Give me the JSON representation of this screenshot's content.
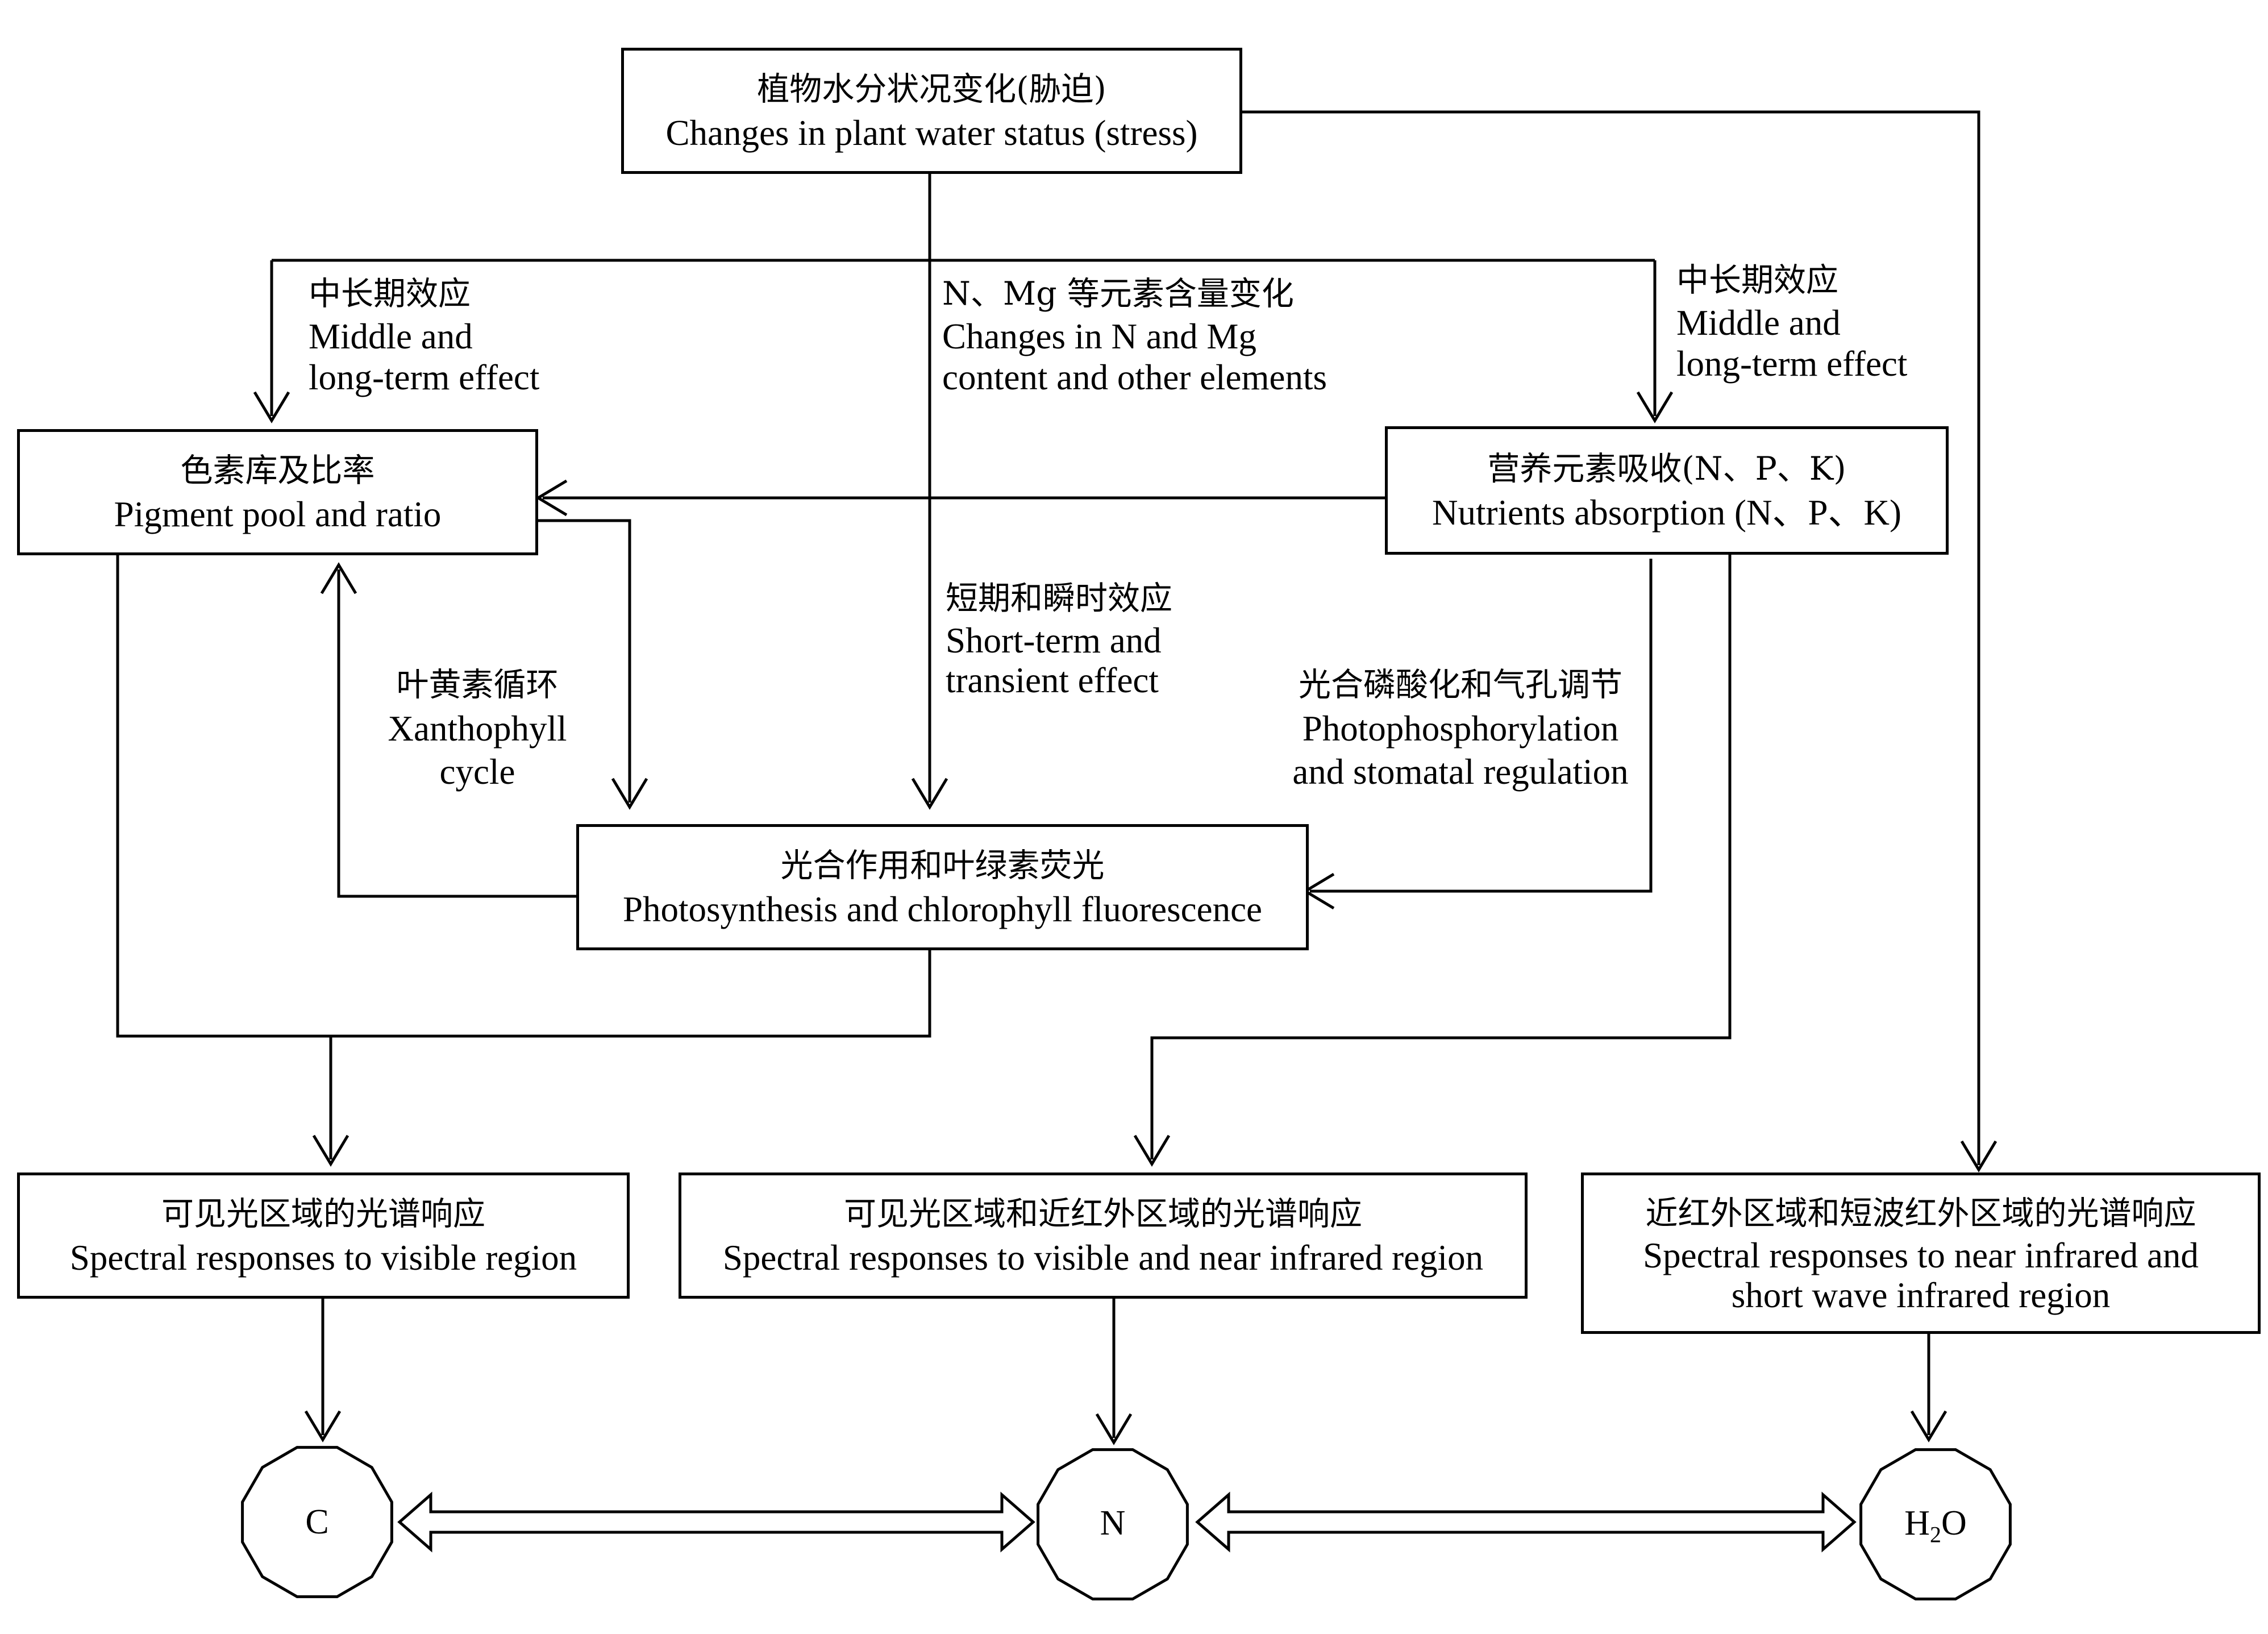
{
  "boxes": {
    "stress": {
      "zh": "植物水分状况变化(胁迫)",
      "en": "Changes in plant water status (stress)"
    },
    "pigment": {
      "zh": "色素库及比率",
      "en": "Pigment pool and ratio"
    },
    "nutrients": {
      "zh": "营养元素吸收(N、P、K)",
      "en": "Nutrients absorption (N、P、K)"
    },
    "photo": {
      "zh": "光合作用和叶绿素荧光",
      "en": "Photosynthesis and chlorophyll fluorescence"
    },
    "visible": {
      "zh": "可见光区域的光谱响应",
      "en": "Spectral responses to visible region"
    },
    "visnir": {
      "zh": "可见光区域和近红外区域的光谱响应",
      "en": "Spectral responses to visible and near infrared region"
    },
    "nirswir": {
      "zh": "近红外区域和短波红外区域的光谱响应",
      "en1": "Spectral responses to near infrared and",
      "en2": "short wave infrared region"
    }
  },
  "labels": {
    "mid_left": {
      "zh": "中长期效应",
      "en1": "Middle and",
      "en2": "long-term effect"
    },
    "mid_right": {
      "zh": "中长期效应",
      "en1": "Middle and",
      "en2": "long-term effect"
    },
    "elements": {
      "zh": "N、Mg 等元素含量变化",
      "en1": "Changes in N and Mg",
      "en2": "content and other elements"
    },
    "short_term": {
      "zh": "短期和瞬时效应",
      "en1": "Short-term and",
      "en2": "transient effect"
    },
    "xanthophyll": {
      "zh": "叶黄素循环",
      "en1": "Xanthophyll",
      "en2": "cycle"
    },
    "photophos": {
      "zh": "光合磷酸化和气孔调节",
      "en1": "Photophosphorylation",
      "en2": "and stomatal regulation"
    }
  },
  "nodes": {
    "c": "C",
    "n": "N",
    "h2o_main": "H",
    "h2o_sub": "2",
    "h2o_tail": "O"
  },
  "colors": {
    "stroke": "#000000",
    "background": "#ffffff"
  }
}
